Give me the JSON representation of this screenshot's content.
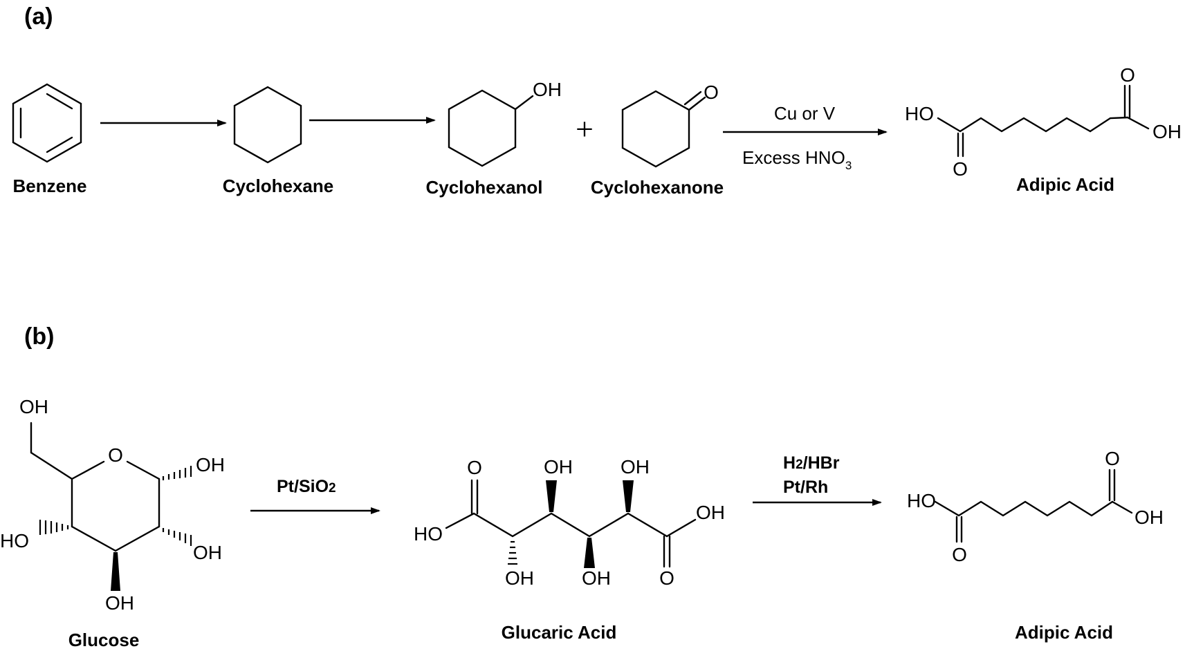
{
  "scheme_a": {
    "panel_label": "(a)",
    "compounds": [
      {
        "name": "Benzene"
      },
      {
        "name": "Cyclohexane"
      },
      {
        "name": "Cyclohexanol",
        "oh": "OH"
      },
      {
        "name": "Cyclohexanone",
        "o": "O"
      },
      {
        "name": "Adipic Acid",
        "ho": "HO",
        "oh": "OH",
        "o": "O"
      }
    ],
    "plus": "+",
    "conditions": {
      "top": "Cu or V",
      "bottom": "Excess HNO",
      "bottom_sub": "3"
    }
  },
  "scheme_b": {
    "panel_label": "(b)",
    "glucose": {
      "name": "Glucose",
      "oh": "OH",
      "ho": "HO",
      "ring_o": "O"
    },
    "step1": {
      "label": "Pt/SiO",
      "sub": "2"
    },
    "glucaric": {
      "name": "Glucaric Acid",
      "oh": "OH",
      "ho": "HO",
      "o": "O"
    },
    "step2": {
      "line1_a": "H",
      "line1_sub": "2",
      "line1_b": "/HBr",
      "line2": "Pt/Rh"
    },
    "adipic": {
      "name": "Adipic Acid",
      "ho": "HO",
      "oh": "OH",
      "o": "O"
    }
  }
}
